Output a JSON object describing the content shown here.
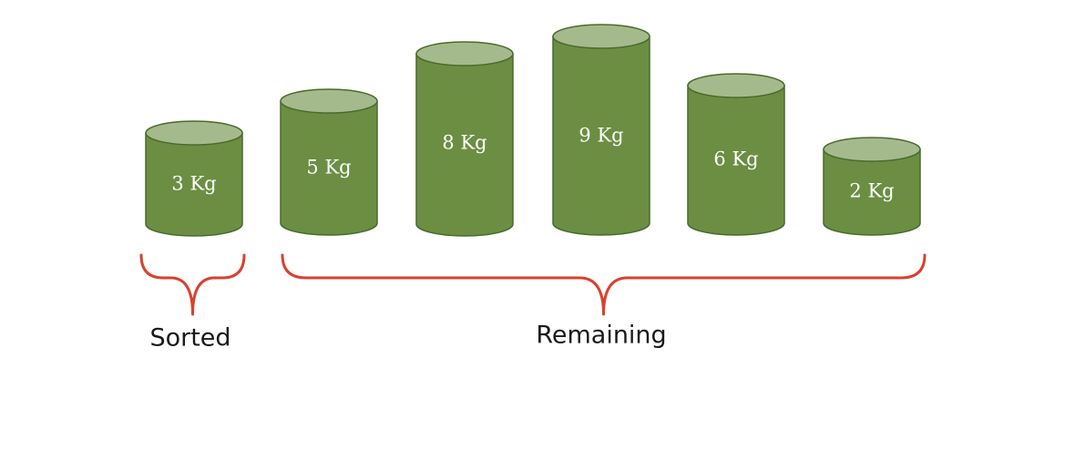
{
  "colors": {
    "body_fill": "#6b8e42",
    "top_fill": "#a5ba8c",
    "stroke": "#4a6a2c",
    "brace": "#d9412f"
  },
  "items": [
    {
      "label": "3 Kg",
      "group": "sorted"
    },
    {
      "label": "5 Kg",
      "group": "remaining"
    },
    {
      "label": "8 Kg",
      "group": "remaining"
    },
    {
      "label": "9 Kg",
      "group": "remaining"
    },
    {
      "label": "6 Kg",
      "group": "remaining"
    },
    {
      "label": "2 Kg",
      "group": "remaining"
    }
  ],
  "groups": {
    "sorted": {
      "label": "Sorted"
    },
    "remaining": {
      "label": "Remaining"
    }
  }
}
